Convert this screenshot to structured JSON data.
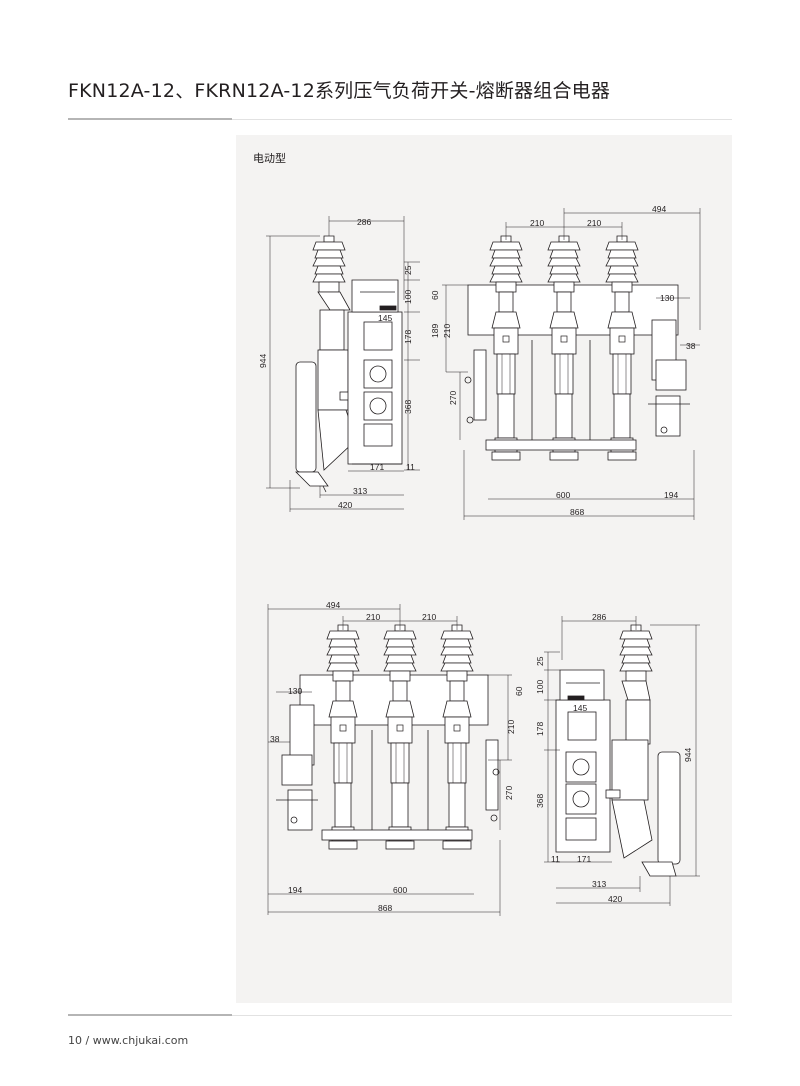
{
  "header": {
    "title": "FKN12A-12、FKRN12A-12系列压气负荷开关-熔断器组合电器"
  },
  "panel": {
    "label": "电动型"
  },
  "drawings": {
    "side_a": {
      "d_286": "286",
      "d_25": "25",
      "d_100": "100",
      "d_145": "145",
      "d_178": "178",
      "d_944": "944",
      "d_368": "368",
      "d_171": "171",
      "d_11": "11",
      "d_313": "313",
      "d_420": "420"
    },
    "front_a": {
      "d_494": "494",
      "d_210a": "210",
      "d_210b": "210",
      "d_60": "60",
      "d_130": "130",
      "d_189": "189",
      "d_210c": "210",
      "d_38": "38",
      "d_270": "270",
      "d_600": "600",
      "d_194": "194",
      "d_868": "868"
    },
    "front_b": {
      "d_494": "494",
      "d_210a": "210",
      "d_210b": "210",
      "d_130": "130",
      "d_60": "60",
      "d_210c": "210",
      "d_38": "38",
      "d_270": "270",
      "d_194": "194",
      "d_600": "600",
      "d_868": "868"
    },
    "side_b": {
      "d_286": "286",
      "d_25": "25",
      "d_100": "100",
      "d_145": "145",
      "d_178": "178",
      "d_944": "944",
      "d_368": "368",
      "d_11": "11",
      "d_171": "171",
      "d_313": "313",
      "d_420": "420"
    }
  },
  "footer": {
    "page": "10 / www.chjukai.com"
  }
}
